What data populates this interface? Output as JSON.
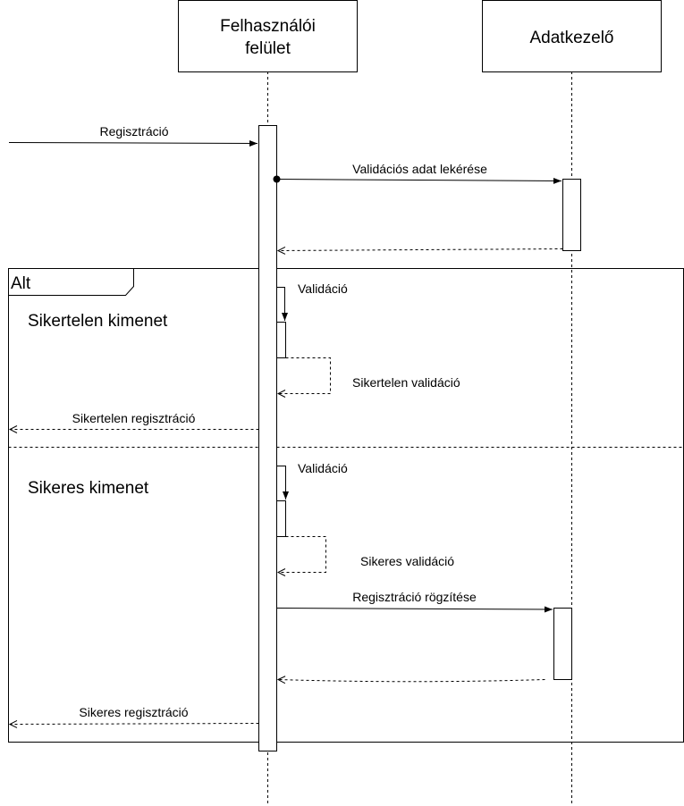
{
  "participants": [
    {
      "id": "ui",
      "line1": "Felhasználói",
      "line2": "felület"
    },
    {
      "id": "dh",
      "line1": "Adatkezelő",
      "line2": ""
    }
  ],
  "messages": {
    "registration": "Regisztráció",
    "fetch_validation": "Validációs adat lekérése",
    "validation_1": "Validáció",
    "failed_validation": "Sikertelen validáció",
    "failed_registration": "Sikertelen regisztráció",
    "validation_2": "Validáció",
    "successful_validation": "Sikeres validáció",
    "record_registration": "Regisztráció rögzítése",
    "successful_registration": "Sikeres regisztráció"
  },
  "fragment": {
    "operator": "Alt",
    "guard_1": "Sikertelen kimenet",
    "guard_2": "Sikeres kimenet"
  },
  "colors": {
    "stroke": "#000000",
    "background": "#ffffff"
  }
}
